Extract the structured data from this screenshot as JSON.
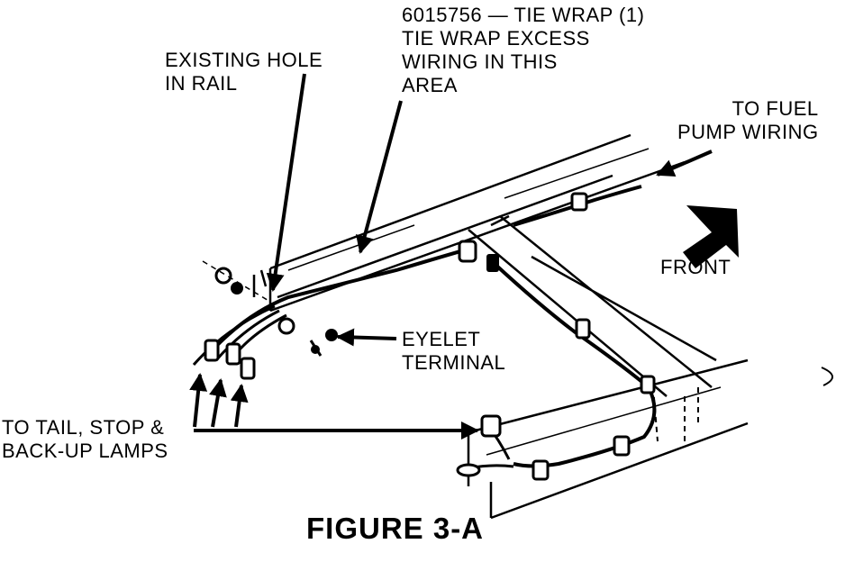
{
  "labels": {
    "tie_wrap": [
      "6015756 — TIE WRAP (1)",
      "TIE WRAP EXCESS",
      "WIRING IN THIS",
      "AREA"
    ],
    "existing_hole": [
      "EXISTING HOLE",
      "IN RAIL"
    ],
    "fuel_pump": [
      "TO FUEL",
      "PUMP WIRING"
    ],
    "front": "FRONT",
    "eyelet": [
      "EYELET",
      "TERMINAL"
    ],
    "lamps": [
      "TO TAIL, STOP &",
      "BACK-UP LAMPS"
    ]
  },
  "caption": "FIGURE 3-A",
  "colors": {
    "ink": "#000000",
    "paper": "#ffffff"
  }
}
